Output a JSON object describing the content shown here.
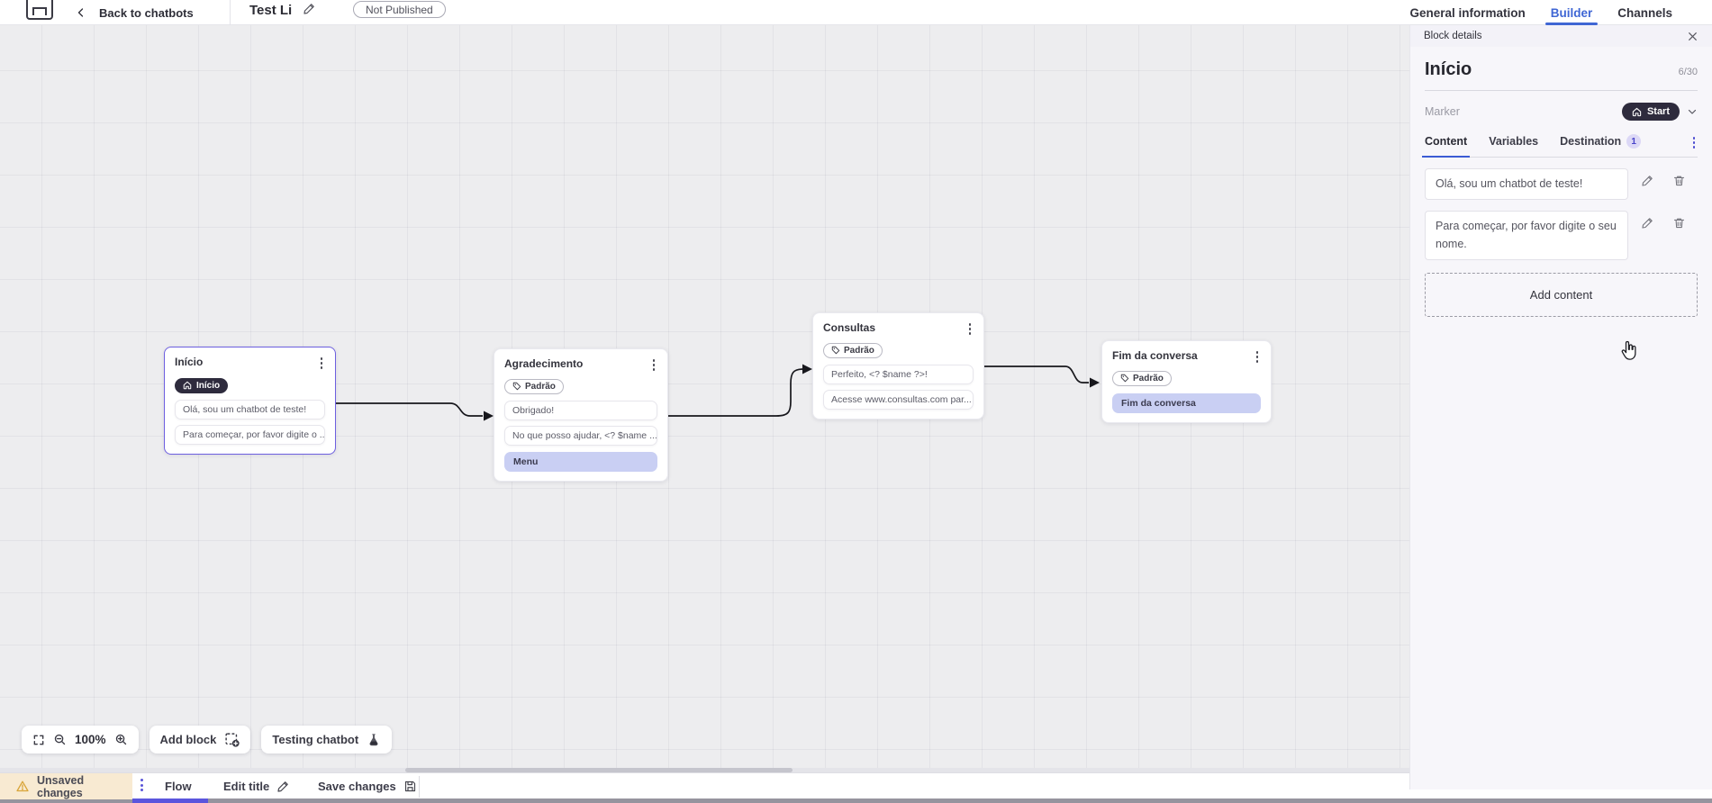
{
  "topbar": {
    "back_label": "Back to chatbots",
    "bot_title": "Test Li",
    "status_badge": "Not Published",
    "tabs": [
      {
        "label": "General information",
        "active": false
      },
      {
        "label": "Builder",
        "active": true
      },
      {
        "label": "Channels",
        "active": false
      }
    ]
  },
  "panel": {
    "header_title": "Block details",
    "block_name": "Início",
    "char_counter": "6/30",
    "marker_label": "Marker",
    "marker_value": "Start",
    "tabs": [
      {
        "label": "Content"
      },
      {
        "label": "Variables"
      },
      {
        "label": "Destination",
        "badge": "1"
      }
    ],
    "messages": [
      {
        "text": "Olá, sou um chatbot de teste!"
      },
      {
        "text": "Para começar, por favor digite o seu nome."
      }
    ],
    "add_content_label": "Add content"
  },
  "canvas": {
    "blocks": [
      {
        "title": "Início",
        "start_badge": "Início",
        "items": [
          {
            "text": "Olá, sou um chatbot de teste!"
          },
          {
            "text": "Para começar, por favor digite o ..."
          }
        ]
      },
      {
        "title": "Agradecimento",
        "tag": "Padrão",
        "items": [
          {
            "text": "Obrigado!"
          },
          {
            "text": "No que posso ajudar, <? $name ..."
          }
        ],
        "action": "Menu"
      },
      {
        "title": "Consultas",
        "tag": "Padrão",
        "items": [
          {
            "text": "Perfeito, <? $name ?>!"
          },
          {
            "text": "Acesse www.consultas.com par..."
          }
        ]
      },
      {
        "title": "Fim da conversa",
        "tag": "Padrão",
        "action": "Fim da conversa"
      }
    ],
    "toolbar": {
      "zoom_level": "100%",
      "add_block_label": "Add block",
      "testing_label": "Testing chatbot"
    }
  },
  "bottombar": {
    "unsaved_label": "Unsaved changes",
    "flow_label": "Flow",
    "edit_title_label": "Edit title",
    "save_label": "Save changes"
  },
  "colors": {
    "accent_blue": "#3f66d4",
    "panel_tab_blue": "#3b5bd4",
    "indigo_underline": "#5b55dd",
    "dark_pill": "#2e2b3d",
    "selected_block_border": "#6d5fe0",
    "action_highlight": "#c9cff3",
    "warning_bg": "#f8ead2",
    "warning_icon": "#d9a53a",
    "canvas_bg": "#ededef"
  }
}
